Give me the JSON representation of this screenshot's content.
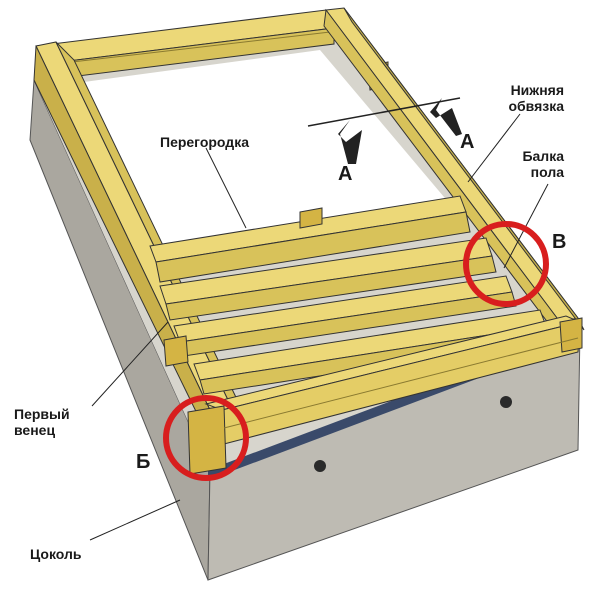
{
  "labels": {
    "peregorodka": "Перегородка",
    "nizhnyaya_obvyazka": "Нижняя\nобвязка",
    "balka_pola": "Балка\nпола",
    "perviy_venets": "Первый\nвенец",
    "tsokol": "Цоколь",
    "section_a_left": "А",
    "section_a_right": "А",
    "detail_v": "В",
    "detail_b": "Б"
  },
  "colors": {
    "timber": "#ecd878",
    "timber_dark": "#c6b04a",
    "timber_end": "#d4b444",
    "concrete_top": "#d6d4cc",
    "concrete_front": "#bdbab2",
    "concrete_side": "#a9a69d",
    "waterproofing": "#3a4a6a",
    "highlight_circle": "#d81e1e",
    "line": "#222222"
  }
}
